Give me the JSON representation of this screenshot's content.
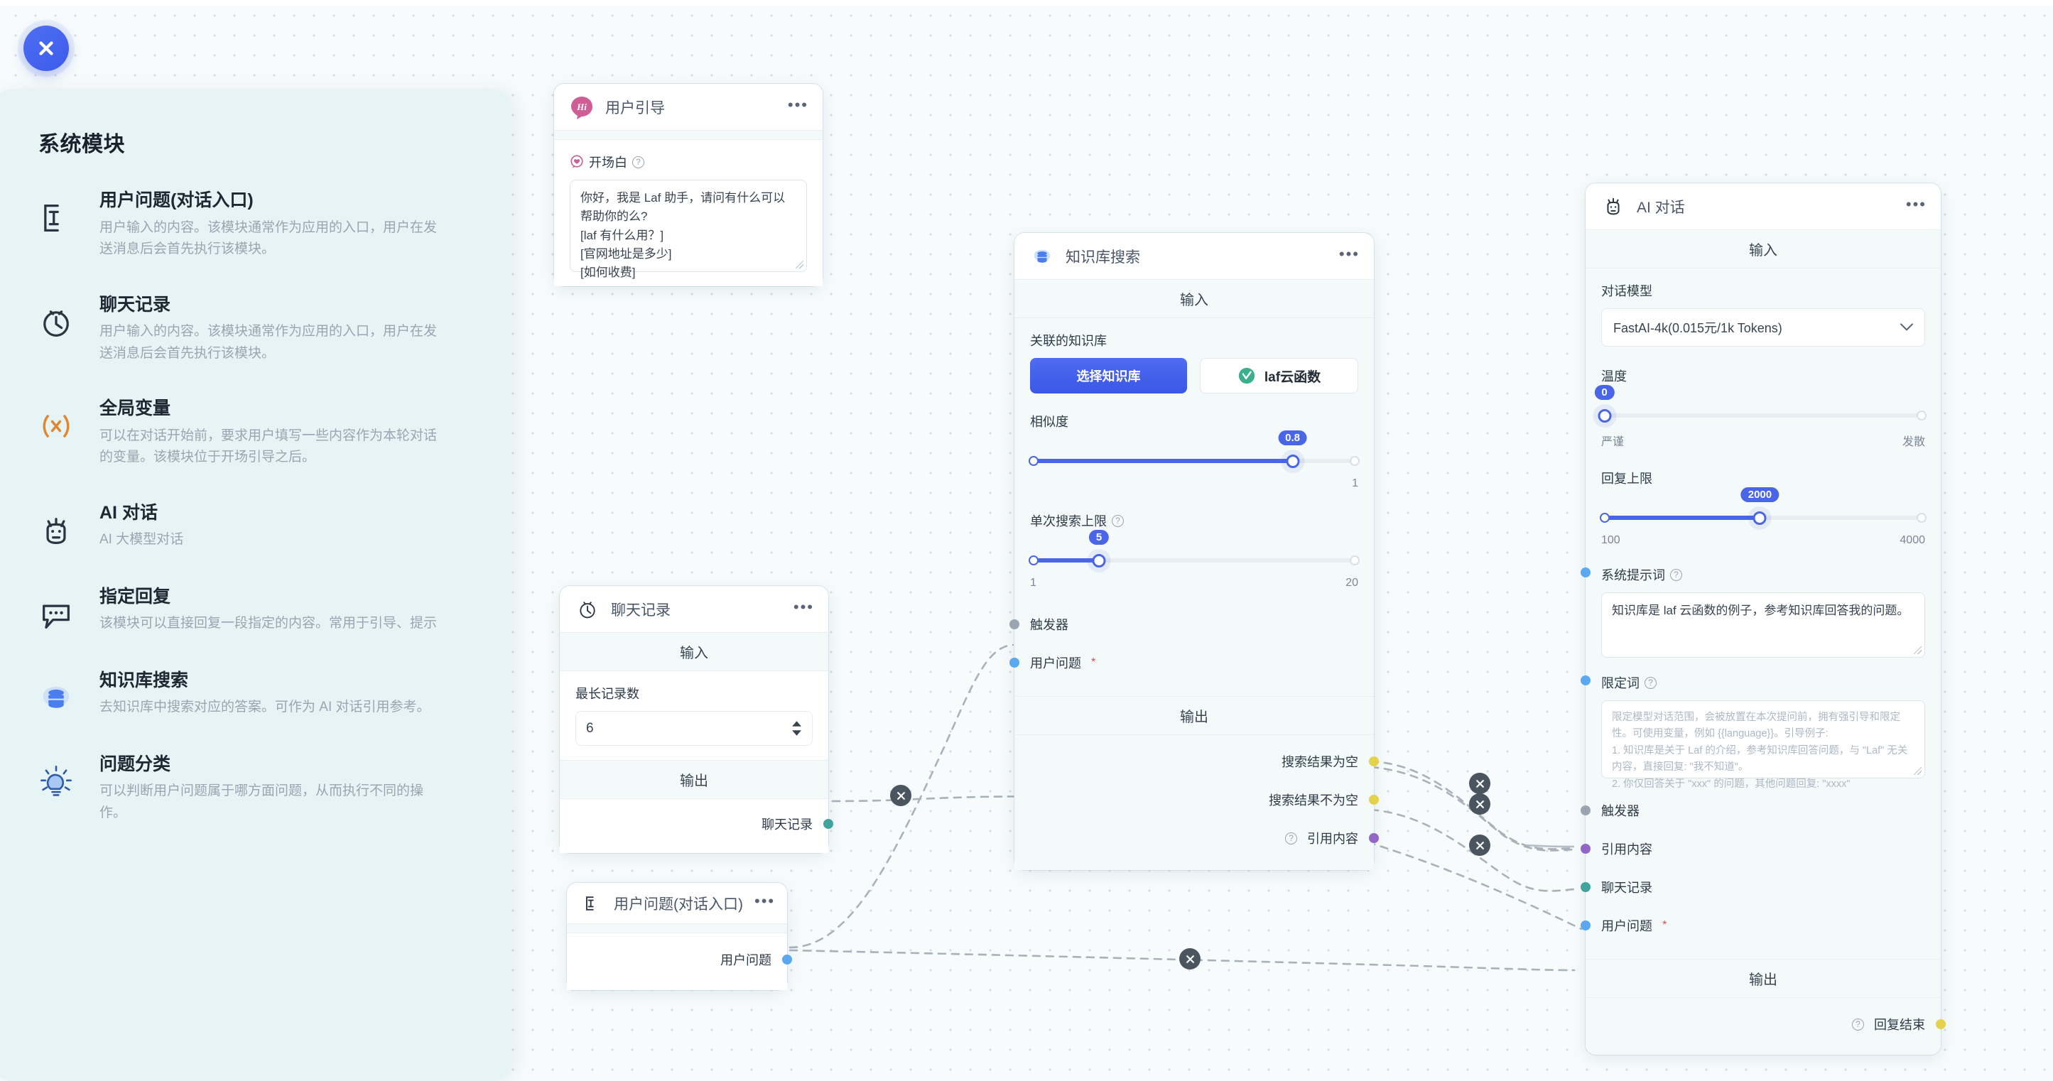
{
  "sidebar": {
    "title": "系统模块",
    "close_icon": "close-icon",
    "items": [
      {
        "icon": "text-cursor-icon",
        "name": "用户问题(对话入口)",
        "desc": "用户输入的内容。该模块通常作为应用的入口，用户在发送消息后会首先执行该模块。"
      },
      {
        "icon": "clock-icon",
        "name": "聊天记录",
        "desc": "用户输入的内容。该模块通常作为应用的入口，用户在发送消息后会首先执行该模块。"
      },
      {
        "icon": "variable-icon",
        "name": "全局变量",
        "desc": "可以在对话开始前，要求用户填写一些内容作为本轮对话的变量。该模块位于开场引导之后。"
      },
      {
        "icon": "robot-icon",
        "name": "AI 对话",
        "desc": "AI 大模型对话"
      },
      {
        "icon": "chat-bubble-icon",
        "name": "指定回复",
        "desc": "该模块可以直接回复一段指定的内容。常用于引导、提示"
      },
      {
        "icon": "database-icon",
        "name": "知识库搜索",
        "desc": "去知识库中搜索对应的答案。可作为 AI 对话引用参考。"
      },
      {
        "icon": "lightbulb-icon",
        "name": "问题分类",
        "desc": "可以判断用户问题属于哪方面问题，从而执行不同的操作。"
      }
    ]
  },
  "nodes": {
    "user_guide": {
      "title": "用户引导",
      "icon": "hi-badge-icon",
      "menu": "•••",
      "field_label": "开场白",
      "help": "?",
      "value": "你好，我是 Laf 助手，请问有什么可以帮助你的么?\n[laf 有什么用？]\n[官网地址是多少]\n[如何收费]"
    },
    "chat_history": {
      "title": "聊天记录",
      "icon": "clock-icon",
      "menu": "•••",
      "input_band": "输入",
      "output_band": "输出",
      "max_label": "最长记录数",
      "max_value": "6",
      "out_port": "聊天记录"
    },
    "user_question": {
      "title": "用户问题(对话入口)",
      "icon": "text-cursor-icon",
      "menu": "•••",
      "out_port": "用户问题"
    },
    "kb_search": {
      "title": "知识库搜索",
      "icon": "database-icon",
      "menu": "•••",
      "input_band": "输入",
      "output_band": "输出",
      "dataset_label": "关联的知识库",
      "select_btn": "选择知识库",
      "dataset_chip": "laf云函数",
      "similarity_label": "相似度",
      "similarity_value": "0.8",
      "similarity_max": "1",
      "limit_label": "单次搜索上限",
      "limit_help": "?",
      "limit_value": "5",
      "limit_min": "1",
      "limit_max": "20",
      "in_ports": [
        {
          "name": "触发器",
          "color": "grey",
          "required": false
        },
        {
          "name": "用户问题",
          "color": "blue",
          "required": true
        }
      ],
      "out_ports": [
        {
          "name": "搜索结果为空",
          "color": "yellow",
          "help": false
        },
        {
          "name": "搜索结果不为空",
          "color": "yellow",
          "help": false
        },
        {
          "name": "引用内容",
          "color": "purple",
          "help": true
        }
      ]
    },
    "ai_chat": {
      "title": "AI 对话",
      "icon": "robot-icon",
      "menu": "•••",
      "input_band": "输入",
      "output_band": "输出",
      "model_label": "对话模型",
      "model_value": "FastAI-4k(0.015元/1k Tokens)",
      "temp_label": "温度",
      "temp_value": "0",
      "temp_left": "严谨",
      "temp_right": "发散",
      "max_tokens_label": "回复上限",
      "max_tokens_value": "2000",
      "max_tokens_min": "100",
      "max_tokens_max": "4000",
      "system_prompt_label": "系统提示词",
      "system_prompt_help": "?",
      "system_prompt_value": "知识库是 laf 云函数的例子，参考知识库回答我的问题。",
      "qualifier_label": "限定词",
      "qualifier_help": "?",
      "qualifier_placeholder": "限定模型对话范围，会被放置在本次提问前，拥有强引导和限定性。可使用变量，例如 {{language}}。引导例子:\n1. 知识库是关于 Laf 的介绍，参考知识库回答问题，与 \"Laf\" 无关内容，直接回复: \"我不知道\"。\n2. 你仅回答关于 \"xxx\" 的问题，其他问题回复: \"xxxx\"",
      "in_ports": [
        {
          "name": "触发器",
          "color": "grey",
          "required": false
        },
        {
          "name": "引用内容",
          "color": "purple",
          "required": false
        },
        {
          "name": "聊天记录",
          "color": "teal",
          "required": false
        },
        {
          "name": "用户问题",
          "color": "blue",
          "required": true
        }
      ],
      "out_ports": [
        {
          "name": "回复结束",
          "color": "yellow",
          "help": true
        }
      ]
    }
  },
  "colors": {
    "accent": "#4a66e8",
    "canvas": "#f7fbfb",
    "panel": "#e6f4f6",
    "node_body": "#f4fafa",
    "port_blue": "#5aa9f0",
    "port_grey": "#9aa5b1",
    "port_yellow": "#e3d24a",
    "port_purple": "#9266c4",
    "port_teal": "#3fa49e",
    "required_star": "#e04b4b"
  }
}
